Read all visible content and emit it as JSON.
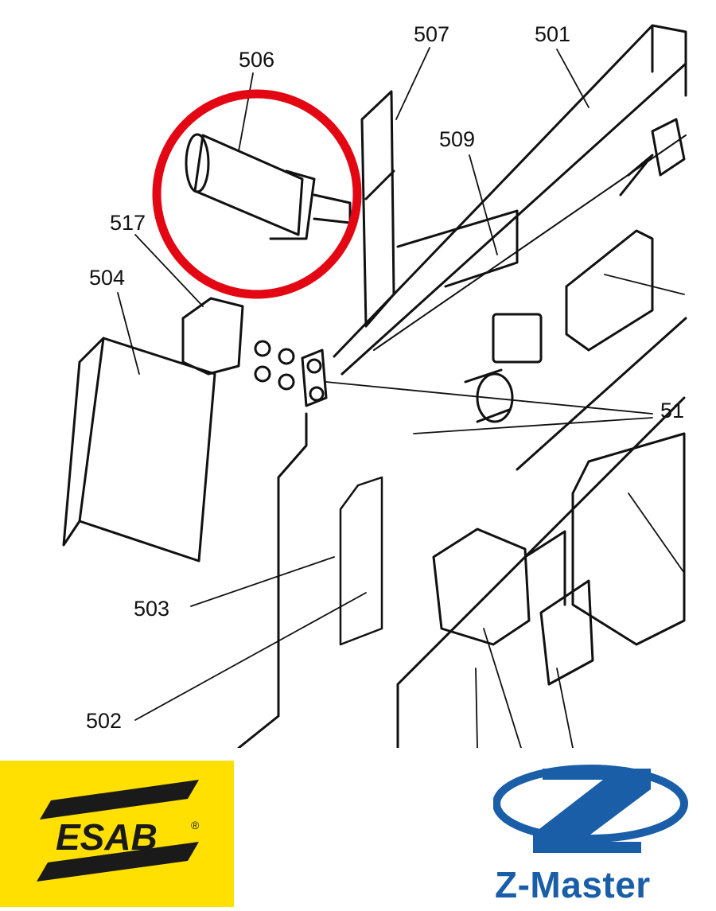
{
  "diagram": {
    "part_labels": {
      "p501": "501",
      "p502": "502",
      "p503": "503",
      "p504": "504",
      "p506": "506",
      "p507": "507",
      "p509": "509",
      "p517": "517",
      "p51x": "51"
    },
    "highlight": {
      "part": "506",
      "color": "#e30613"
    }
  },
  "logos": {
    "esab": {
      "text": "ESAB",
      "registered": "®",
      "background": "#ffe000",
      "color": "#1a1a1a"
    },
    "zmaster": {
      "text": "Z-Master",
      "color": "#1a5ea8"
    }
  }
}
